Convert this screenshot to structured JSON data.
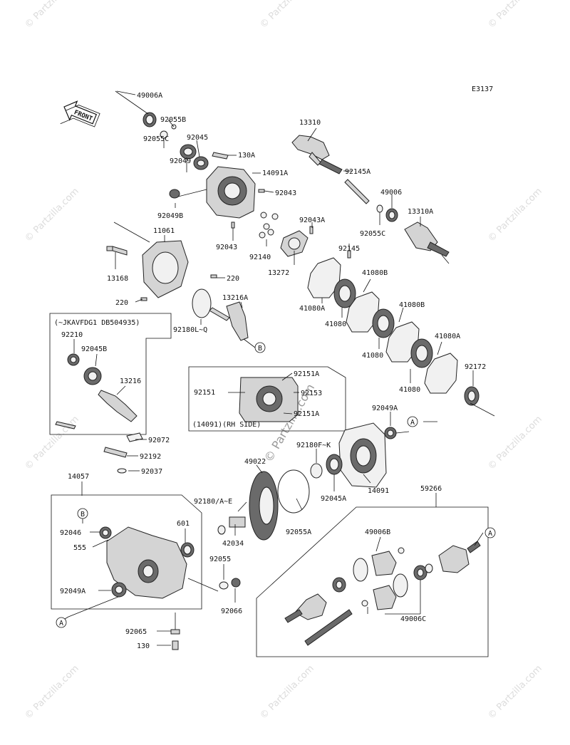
{
  "diagram": {
    "code": "E3137",
    "front_label": "FRONT",
    "watermark": "© Partzilla.com",
    "center_watermark": "© Partzilla.com",
    "inset_rh_side_caption": "(14091)(RH SIDE)",
    "inset_variant_caption": "(~JKAVFDG1 DB504935)",
    "markers": [
      "A",
      "B"
    ],
    "labels": [
      {
        "id": "49006A",
        "text": "49006A"
      },
      {
        "id": "92055B",
        "text": "92055B"
      },
      {
        "id": "92055C-top",
        "text": "92055C"
      },
      {
        "id": "92045-top",
        "text": "92045"
      },
      {
        "id": "130A",
        "text": "130A"
      },
      {
        "id": "92049",
        "text": "92049"
      },
      {
        "id": "14091A",
        "text": "14091A"
      },
      {
        "id": "92043-a",
        "text": "92043"
      },
      {
        "id": "92049B",
        "text": "92049B"
      },
      {
        "id": "92043-b",
        "text": "92043"
      },
      {
        "id": "13310",
        "text": "13310"
      },
      {
        "id": "92145A",
        "text": "92145A"
      },
      {
        "id": "49006",
        "text": "49006"
      },
      {
        "id": "13310A",
        "text": "13310A"
      },
      {
        "id": "92055C-right",
        "text": "92055C"
      },
      {
        "id": "92043A",
        "text": "92043A"
      },
      {
        "id": "11061",
        "text": "11061"
      },
      {
        "id": "13168",
        "text": "13168"
      },
      {
        "id": "220-a",
        "text": "220"
      },
      {
        "id": "220-b",
        "text": "220"
      },
      {
        "id": "92140",
        "text": "92140"
      },
      {
        "id": "92145",
        "text": "92145"
      },
      {
        "id": "13272",
        "text": "13272"
      },
      {
        "id": "41080B-a",
        "text": "41080B"
      },
      {
        "id": "41080A-a",
        "text": "41080A"
      },
      {
        "id": "41080-a",
        "text": "41080"
      },
      {
        "id": "41080B-b",
        "text": "41080B"
      },
      {
        "id": "13216A",
        "text": "13216A"
      },
      {
        "id": "92180L~Q",
        "text": "92180L~Q"
      },
      {
        "id": "41080-b",
        "text": "41080"
      },
      {
        "id": "41080A-b",
        "text": "41080A"
      },
      {
        "id": "92210",
        "text": "92210"
      },
      {
        "id": "92045B",
        "text": "92045B"
      },
      {
        "id": "13216",
        "text": "13216"
      },
      {
        "id": "92172",
        "text": "92172"
      },
      {
        "id": "41080-c",
        "text": "41080"
      },
      {
        "id": "92151A-a",
        "text": "92151A"
      },
      {
        "id": "92151",
        "text": "92151"
      },
      {
        "id": "92153",
        "text": "92153"
      },
      {
        "id": "92151A-b",
        "text": "92151A"
      },
      {
        "id": "92049A-right",
        "text": "92049A"
      },
      {
        "id": "92072",
        "text": "92072"
      },
      {
        "id": "92180F~K",
        "text": "92180F~K"
      },
      {
        "id": "92192",
        "text": "92192"
      },
      {
        "id": "49022",
        "text": "49022"
      },
      {
        "id": "92037",
        "text": "92037"
      },
      {
        "id": "14091",
        "text": "14091"
      },
      {
        "id": "14057",
        "text": "14057"
      },
      {
        "id": "92045A",
        "text": "92045A"
      },
      {
        "id": "59266",
        "text": "59266"
      },
      {
        "id": "92180/A~E",
        "text": "92180/A~E"
      },
      {
        "id": "601",
        "text": "601"
      },
      {
        "id": "92055A",
        "text": "92055A"
      },
      {
        "id": "49006B",
        "text": "49006B"
      },
      {
        "id": "92046",
        "text": "92046"
      },
      {
        "id": "555",
        "text": "555"
      },
      {
        "id": "42034",
        "text": "42034"
      },
      {
        "id": "92055",
        "text": "92055"
      },
      {
        "id": "92049A-left",
        "text": "92049A"
      },
      {
        "id": "92066",
        "text": "92066"
      },
      {
        "id": "49006C",
        "text": "49006C"
      },
      {
        "id": "92065",
        "text": "92065"
      },
      {
        "id": "130",
        "text": "130"
      }
    ]
  }
}
